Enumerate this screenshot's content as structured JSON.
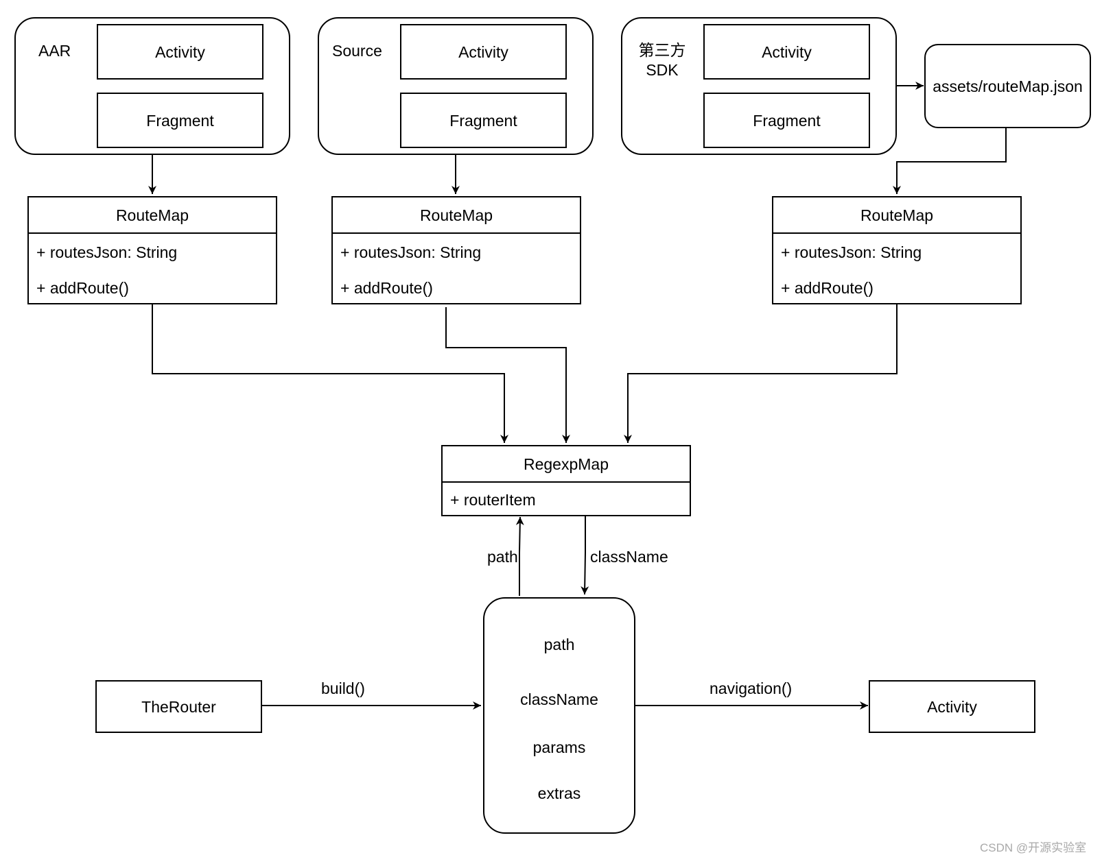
{
  "containers": [
    {
      "title": "AAR",
      "items": [
        "Activity",
        "Fragment"
      ]
    },
    {
      "title": "Source",
      "items": [
        "Activity",
        "Fragment"
      ]
    },
    {
      "title": "第三方\nSDK",
      "items": [
        "Activity",
        "Fragment"
      ]
    }
  ],
  "assets_box": "assets/routeMap.json",
  "route_maps": [
    {
      "name": "RouteMap",
      "field": "+ routesJson: String",
      "method": "+ addRoute()"
    },
    {
      "name": "RouteMap",
      "field": "+ routesJson: String",
      "method": "+ addRoute()"
    },
    {
      "name": "RouteMap",
      "field": "+ routesJson: String",
      "method": "+ addRoute()"
    }
  ],
  "regexp_map": {
    "name": "RegexpMap",
    "field": "+ routerItem"
  },
  "edge_labels": {
    "path": "path",
    "className": "className",
    "build": "build()",
    "navigation": "navigation()"
  },
  "request_fields": [
    "path",
    "className",
    "params",
    "extras"
  ],
  "the_router": "TheRouter",
  "target_activity": "Activity",
  "watermark": "CSDN @开源实验室"
}
